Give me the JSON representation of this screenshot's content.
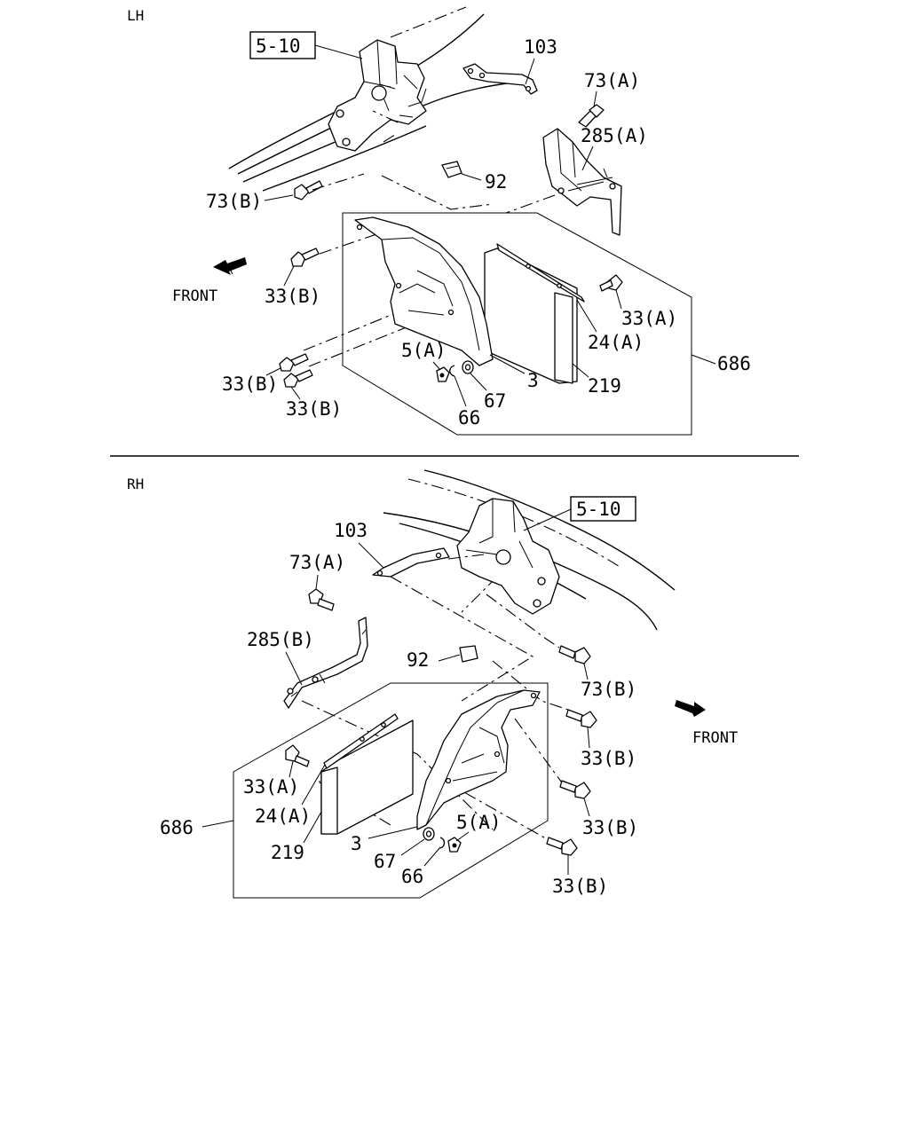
{
  "sections": {
    "lh": {
      "side_label": "LH",
      "front_label": "FRONT",
      "ref_box": "5-10",
      "labels": {
        "p103": "103",
        "p73a": "73(A)",
        "p285": "285(A)",
        "p92": "92",
        "p73b": "73(B)",
        "p33b_1": "33(B)",
        "p33a": "33(A)",
        "p24a": "24(A)",
        "p686": "686",
        "p33b_2": "33(B)",
        "p5a": "5(A)",
        "p3": "3",
        "p219": "219",
        "p67": "67",
        "p33b_3": "33(B)",
        "p66": "66"
      }
    },
    "rh": {
      "side_label": "RH",
      "front_label": "FRONT",
      "ref_box": "5-10",
      "labels": {
        "p103": "103",
        "p73a": "73(A)",
        "p285": "285(B)",
        "p92": "92",
        "p73b": "73(B)",
        "p33b_1": "33(B)",
        "p33a": "33(A)",
        "p24a": "24(A)",
        "p686": "686",
        "p33b_2": "33(B)",
        "p5a": "5(A)",
        "p3": "3",
        "p219": "219",
        "p67": "67",
        "p66": "66",
        "p33b_3": "33(B)"
      }
    }
  },
  "icons": {
    "front_arrow_lh": "arrow-front-left-icon",
    "front_arrow_rh": "arrow-front-right-icon"
  }
}
